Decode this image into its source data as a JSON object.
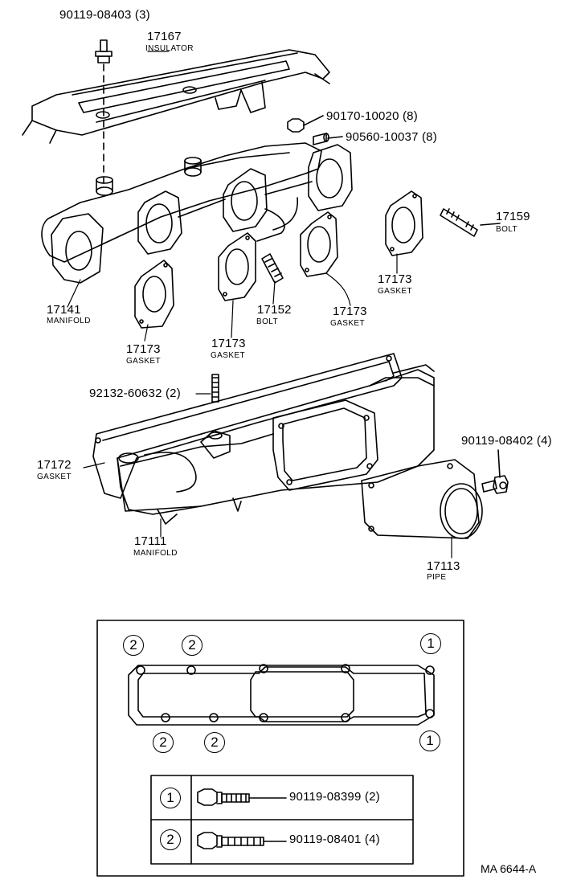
{
  "parts": {
    "bolt_90119_08403": "90119-08403 (3)",
    "insulator_no": "17167",
    "insulator_name": "INSULATOR",
    "nut_90170_10020": "90170-10020 (8)",
    "collar_90560_10037": "90560-10037 (8)",
    "stud_17159_no": "17159",
    "stud_17159_name": "BOLT",
    "gasket_right_top_no": "17173",
    "gasket_right_top_name": "GASKET",
    "gasket_right_mid_no": "17173",
    "gasket_right_mid_name": "GASKET",
    "stud_17152_no": "17152",
    "stud_17152_name": "BOLT",
    "exhaust_manifold_no": "17141",
    "exhaust_manifold_name": "MANIFOLD",
    "gasket_center_no": "17173",
    "gasket_center_name": "GASKET",
    "gasket_left_no": "17173",
    "gasket_left_name": "GASKET",
    "stud_92132": "92132-60632 (2)",
    "intake_gasket_no": "17172",
    "intake_gasket_name": "GASKET",
    "intake_manifold_no": "17111",
    "intake_manifold_name": "MANIFOLD",
    "pipe_bolt": "90119-08402 (4)",
    "pipe_no": "17113",
    "pipe_name": "PIPE"
  },
  "detail": {
    "marker_1": "1",
    "marker_2": "2",
    "legend": [
      {
        "marker": "1",
        "part": "90119-08399 (2)"
      },
      {
        "marker": "2",
        "part": "90119-08401 (4)"
      }
    ]
  },
  "footer_code": "MA 6644-A"
}
